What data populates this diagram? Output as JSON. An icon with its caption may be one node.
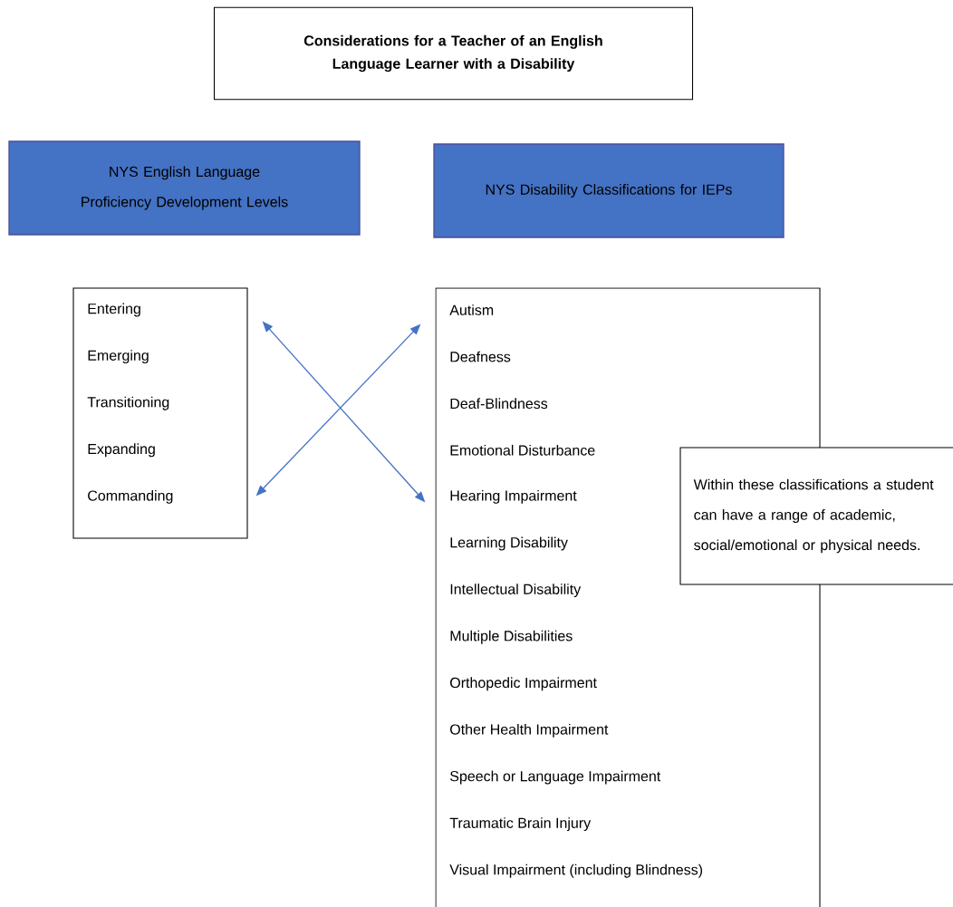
{
  "diagram": {
    "title": "Considerations for a Teacher of an English Language Learner with a Disability",
    "nodes": [
      {
        "text": [
          "NYS English Language Proficiency Development Levels"
        ]
      },
      {
        "text": [
          "NYS Disability Classifications for IEPs"
        ]
      },
      {
        "text": [
          "Entering",
          "Emerging",
          "Transitioning",
          "Expanding",
          "Commanding"
        ]
      },
      {
        "text": [
          "Autism",
          "Deafness",
          "Deaf-Blindness",
          "Emotional Disturbance",
          "Hearing Impairment",
          "Learning Disability",
          "Intellectual Disability",
          "Multiple Disabilities",
          "Orthopedic Impairment",
          "Other Health Impairment",
          "Speech or Language Impairment",
          "Traumatic Brain Injury",
          "Visual Impairment (including Blindness)"
        ]
      },
      {
        "text": [
          "Within these classifications a student can have a range of academic, social/emotional or physical needs."
        ]
      }
    ],
    "edges": [
      {
        "from": 2,
        "to": 3,
        "arrow": "both"
      },
      {
        "from": 2,
        "to": 3,
        "arrow": "both"
      }
    ]
  }
}
